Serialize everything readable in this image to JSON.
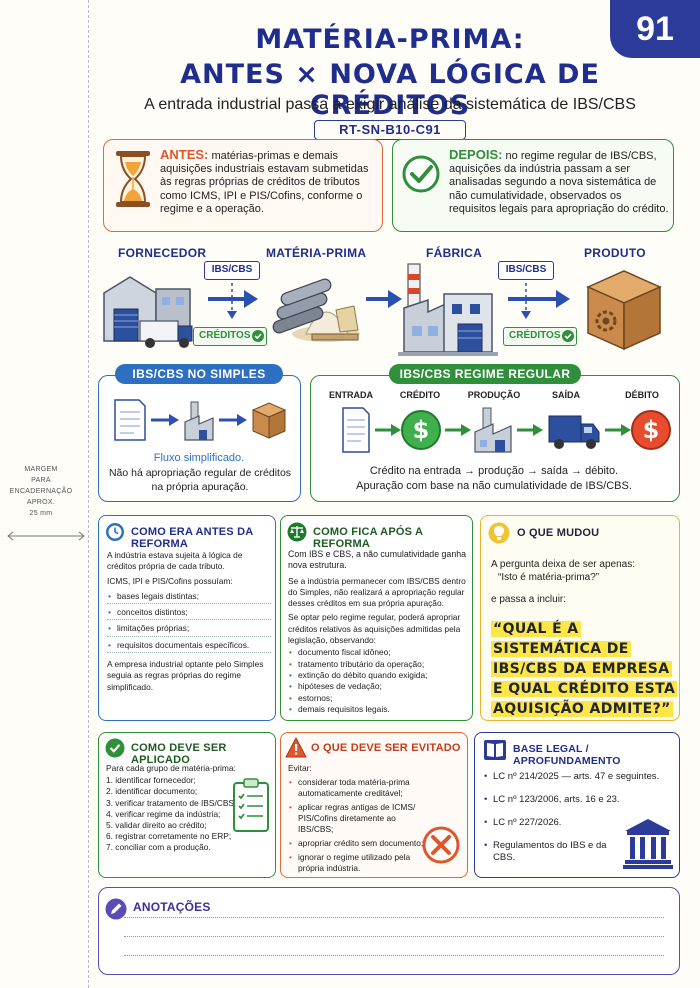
{
  "page_number": "91",
  "header": {
    "title_line1": "MATÉRIA-PRIMA:",
    "title_line2": "ANTES × NOVA LÓGICA DE CRÉDITOS",
    "subtitle": "A entrada industrial passa a exigir análise da sistemática de IBS/CBS",
    "code": "RT-SN-B10-C91"
  },
  "antes": {
    "label": "ANTES:",
    "text": "matérias-primas e demais aquisições industriais estavam submetidas às regras próprias de créditos de tributos como ICMS, IPI e PIS/Cofins, conforme o regime e a operação."
  },
  "depois": {
    "label": "DEPOIS:",
    "text": "no regime regular de IBS/CBS, aquisições da indústria passam a ser analisadas segundo a nova sistemática de não cumulatividade, observados os requisitos legais para apropriação do crédito."
  },
  "flow": {
    "fornecedor": "FORNECEDOR",
    "materia_prima": "MATÉRIA-PRIMA",
    "fabrica": "FÁBRICA",
    "produto": "PRODUTO",
    "ibs_tag": "IBS/CBS",
    "creditos_tag": "CRÉDITOS"
  },
  "simples": {
    "title": "IBS/CBS NO SIMPLES",
    "caption": "Fluxo simplificado.",
    "text": "Não há apropriação regular de créditos na própria apuração."
  },
  "regular": {
    "title": "IBS/CBS REGIME REGULAR",
    "steps": [
      "ENTRADA",
      "CRÉDITO",
      "PRODUÇÃO",
      "SAÍDA",
      "DÉBITO"
    ],
    "line1": "Crédito na entrada → produção → saída → débito.",
    "line2": "Apuração com base na não cumulatividade de IBS/CBS."
  },
  "margin": {
    "lines": [
      "MARGEM",
      "PARA",
      "ENCADERNAÇÃO",
      "APROX.",
      "25 mm"
    ]
  },
  "antes_reforma": {
    "title": "COMO ERA ANTES DA REFORMA",
    "intro": "A indústria estava sujeita à lógica de créditos própria de cada tributo.",
    "lead": "ICMS, IPI e PIS/Cofins possuíam:",
    "items": [
      "bases legais distintas;",
      "conceitos distintos;",
      "limitações próprias;",
      "requisitos documentais específicos."
    ],
    "closing": "A empresa industrial optante pelo Simples seguia as regras próprias do regime simplificado."
  },
  "apos_reforma": {
    "title": "COMO FICA APÓS A REFORMA",
    "intro": "Com IBS e CBS, a não cumulatividade ganha nova estrutura.",
    "p1": "Se a indústria permanecer com IBS/CBS dentro do Simples, não realizará a apropriação regular desses créditos em sua própria apuração.",
    "p2": "Se optar pelo regime regular, poderá apropriar créditos relativos às aquisições admitidas pela legislação, observando:",
    "items": [
      "documento fiscal idôneo;",
      "tratamento tributário da operação;",
      "extinção do débito quando exigida;",
      "hipóteses de vedação;",
      "estornos;",
      "demais requisitos legais."
    ]
  },
  "o_que_mudou": {
    "title": "O QUE MUDOU",
    "p1": "A pergunta deixa de ser apenas:",
    "q1": "“Isto é matéria-prima?”",
    "p2": "e passa a incluir:",
    "quote": "“QUAL É A SISTEMÁTICA DE IBS/CBS DA EMPRESA E QUAL CRÉDITO ESTA AQUISIÇÃO ADMITE?”"
  },
  "aplicado": {
    "title": "COMO DEVE SER APLICADO",
    "lead": "Para cada grupo de matéria-prima:",
    "items": [
      "1. identificar fornecedor;",
      "2. identificar documento;",
      "3. verificar tratamento de IBS/CBS;",
      "4. verificar regime da indústria;",
      "5. validar direito ao crédito;",
      "6. registrar corretamente no ERP;",
      "7. conciliar com a produção."
    ]
  },
  "evitado": {
    "title": "O QUE DEVE SER EVITADO",
    "lead": "Evitar:",
    "items": [
      "considerar toda matéria-prima automaticamente creditável;",
      "aplicar regras antigas de ICMS/ PIS/Cofins diretamente ao IBS/CBS;",
      "apropriar crédito sem documento;",
      "ignorar o regime utilizado pela própria indústria."
    ]
  },
  "base_legal": {
    "title": "BASE LEGAL / APROFUNDAMENTO",
    "items": [
      "LC nº 214/2025 — arts. 47 e seguintes.",
      "LC nº 123/2006, arts. 16 e 23.",
      "LC nº 227/2026.",
      "Regulamentos do IBS e da CBS."
    ]
  },
  "anotacoes": {
    "title": "ANOTAÇÕES"
  },
  "colors": {
    "navy": "#1f2d8c",
    "blue": "#2f6fc2",
    "green": "#2f8f3a",
    "orange": "#e06a3c",
    "yellow": "#fde54a",
    "purple": "#5a4bb6"
  }
}
